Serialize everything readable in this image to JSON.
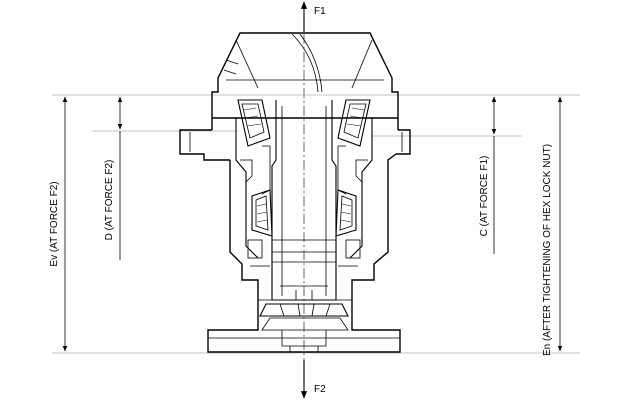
{
  "labels": {
    "force_top": "F1",
    "force_bottom": "F2",
    "dim_ev": "Ev (AT FORCE F2)",
    "dim_d": "D (AT FORCE F2)",
    "dim_c": "C (AT FORCE F1)",
    "dim_en": "En (AFTER TIGHTENING OF HEX LOCK NUT)"
  }
}
